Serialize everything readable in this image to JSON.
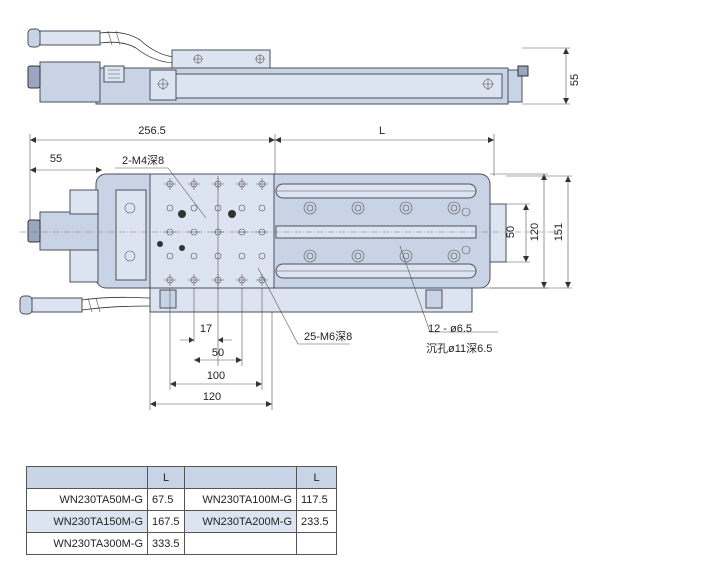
{
  "dimensions": {
    "side_height": "55",
    "base_offset": "256.5",
    "travel_length": "L",
    "left_offset": "55",
    "slot_spacing": "50",
    "table_width": "120",
    "base_width": "151",
    "pitch_17": "17",
    "pitch_50": "50",
    "pitch_100": "100",
    "pitch_120": "120"
  },
  "callouts": {
    "m4_holes": "2-M4深8",
    "m6_holes": "25-M6深8",
    "mount_holes": "12 - ø6.5",
    "counterbore": "沉孔ø11深6.5"
  },
  "table": {
    "header_l": "L",
    "rows": [
      [
        {
          "model": "WN230TA50M-G",
          "l": "67.5"
        },
        {
          "model": "WN230TA100M-G",
          "l": "117.5"
        }
      ],
      [
        {
          "model": "WN230TA150M-G",
          "l": "167.5"
        },
        {
          "model": "WN230TA200M-G",
          "l": "233.5"
        }
      ],
      [
        {
          "model": "WN230TA300M-G",
          "l": "333.5"
        },
        {
          "model": "",
          "l": ""
        }
      ]
    ]
  }
}
